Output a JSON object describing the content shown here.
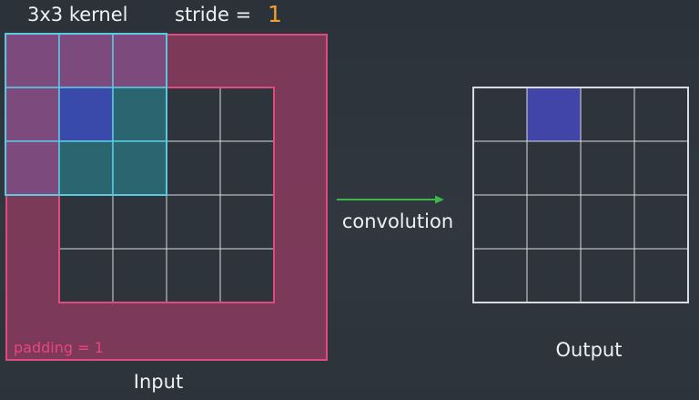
{
  "header": {
    "kernel_label": "3x3 kernel",
    "stride_label": "stride =",
    "stride_value": "1"
  },
  "input": {
    "label": "Input",
    "size": 4,
    "padding": 1,
    "padding_label": "padding = 1"
  },
  "kernel": {
    "size": 3,
    "position": [
      0,
      0
    ],
    "center": [
      1,
      1
    ]
  },
  "arrow": {
    "label": "convolution"
  },
  "output": {
    "label": "Output",
    "size": 4,
    "highlighted_cell": [
      0,
      1
    ]
  },
  "colors": {
    "background": "#2e353d",
    "padding_fill": "#8e3a5f",
    "padding_border": "#e04a7e",
    "grid_cell": "#2d343b",
    "grid_line": "#d8dce2",
    "kernel_fill": "#2a6f7a",
    "kernel_padding_fill": "#7d4c82",
    "kernel_border": "#5bc8e0",
    "kernel_center": "#3b4cb0",
    "output_highlight": "#4245a8",
    "arrow": "#3fb54a",
    "stride_value": "#f0a030",
    "text": "#eef1f4",
    "padding_text": "#e9467c"
  }
}
